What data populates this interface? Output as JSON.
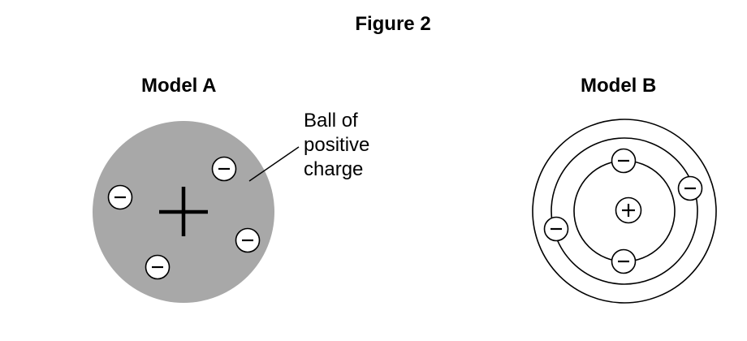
{
  "figure": {
    "title": "Figure 2"
  },
  "model_a": {
    "title": "Model A",
    "center_symbol": "+",
    "electron_symbol": "−",
    "annotation_lines": [
      "Ball of",
      "positive",
      "charge"
    ]
  },
  "model_b": {
    "title": "Model B",
    "nucleus_symbol": "+",
    "electron_symbol": "−"
  },
  "colors": {
    "ball_fill": "#a8a8a8",
    "stroke": "#000000",
    "electron_fill": "#ffffff"
  }
}
